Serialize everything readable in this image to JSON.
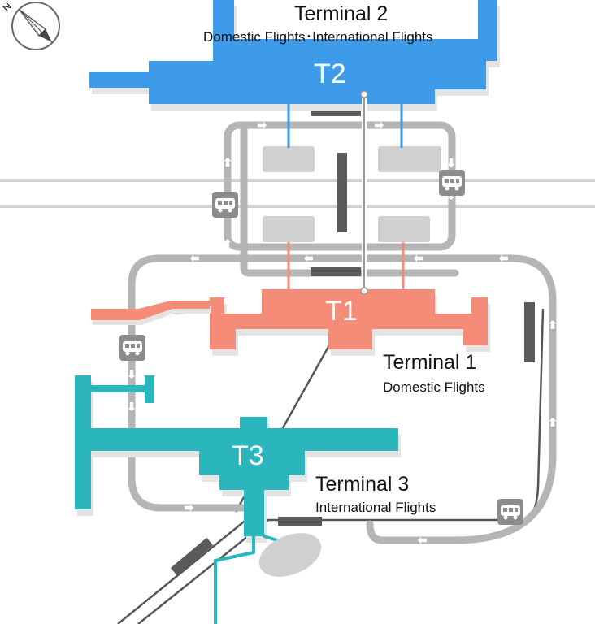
{
  "terminals": [
    {
      "id": "T2",
      "badge": "T2",
      "name": "Terminal 2",
      "subtitle": "Domestic Flights･International Flights",
      "color": "#3d9be9"
    },
    {
      "id": "T1",
      "badge": "T1",
      "name": "Terminal 1",
      "subtitle": "Domestic Flights",
      "color": "#f48c78"
    },
    {
      "id": "T3",
      "badge": "T3",
      "name": "Terminal 3",
      "subtitle": "International Flights",
      "color": "#2bb5bd"
    }
  ],
  "colors": {
    "road": "#b5b5b5",
    "rail_light": "#cfcfcf",
    "rail_dark": "#555555",
    "parking": "#d0d0d0",
    "platform": "#5a5a5a",
    "bus_stop": "#8c8c8c"
  },
  "compass": {
    "north_label": "N",
    "icon": "compass-icon"
  },
  "bus_stop_icon": "bus-icon"
}
